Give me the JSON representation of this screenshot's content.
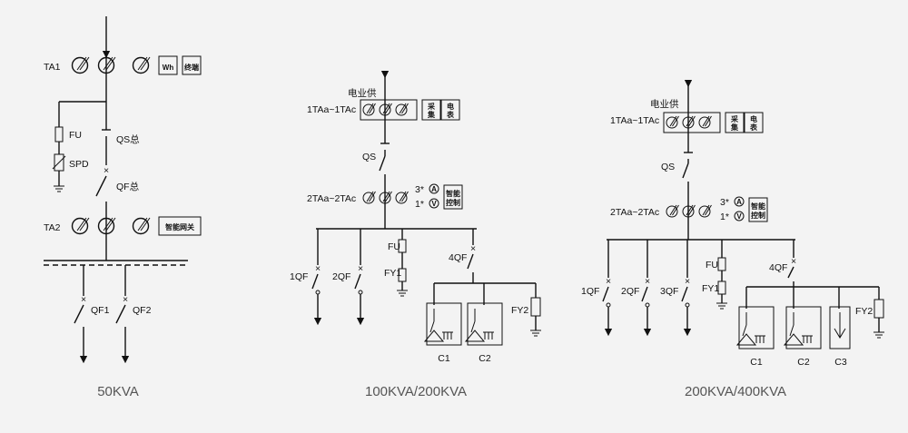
{
  "colors": {
    "line": "#111111",
    "background": "#f3f3f3",
    "caption": "#555555"
  },
  "d1": {
    "caption": "50KVA",
    "ta1": "TA1",
    "ta2": "TA2",
    "fu": "FU",
    "spd": "SPD",
    "qs": "QS总",
    "qf": "QF总",
    "qf1": "QF1",
    "qf2": "QF2",
    "meter_wh": "Wh",
    "meter_terminal": "终端",
    "gateway": "智能网关"
  },
  "d2": {
    "caption": "100KVA/200KVA",
    "supply": "电业供",
    "ta_top": "1TAa~1TAc",
    "box_a": [
      "采",
      "集"
    ],
    "box_b": [
      "电",
      "表"
    ],
    "qs": "QS",
    "ta_mid": "2TAa~2TAc",
    "amp_count": "3*",
    "volt_count": "1*",
    "amp_sym": "A",
    "volt_sym": "V",
    "controller": [
      "智能",
      "控制"
    ],
    "fu": "FU",
    "fy1": "FY1",
    "fy2": "FY2",
    "qf1": "1QF",
    "qf2": "2QF",
    "qf4": "4QF",
    "c1": "C1",
    "c2": "C2"
  },
  "d3": {
    "caption": "200KVA/400KVA",
    "supply": "电业供",
    "ta_top": "1TAa~1TAc",
    "box_a": [
      "采",
      "集"
    ],
    "box_b": [
      "电",
      "表"
    ],
    "qs": "QS",
    "ta_mid": "2TAa~2TAc",
    "amp_count": "3*",
    "volt_count": "1*",
    "amp_sym": "A",
    "volt_sym": "V",
    "controller": [
      "智能",
      "控制"
    ],
    "fu": "FU",
    "fy1": "FY1",
    "fy2": "FY2",
    "qf1": "1QF",
    "qf2": "2QF",
    "qf3": "3QF",
    "qf4": "4QF",
    "c1": "C1",
    "c2": "C2",
    "c3": "C3"
  }
}
